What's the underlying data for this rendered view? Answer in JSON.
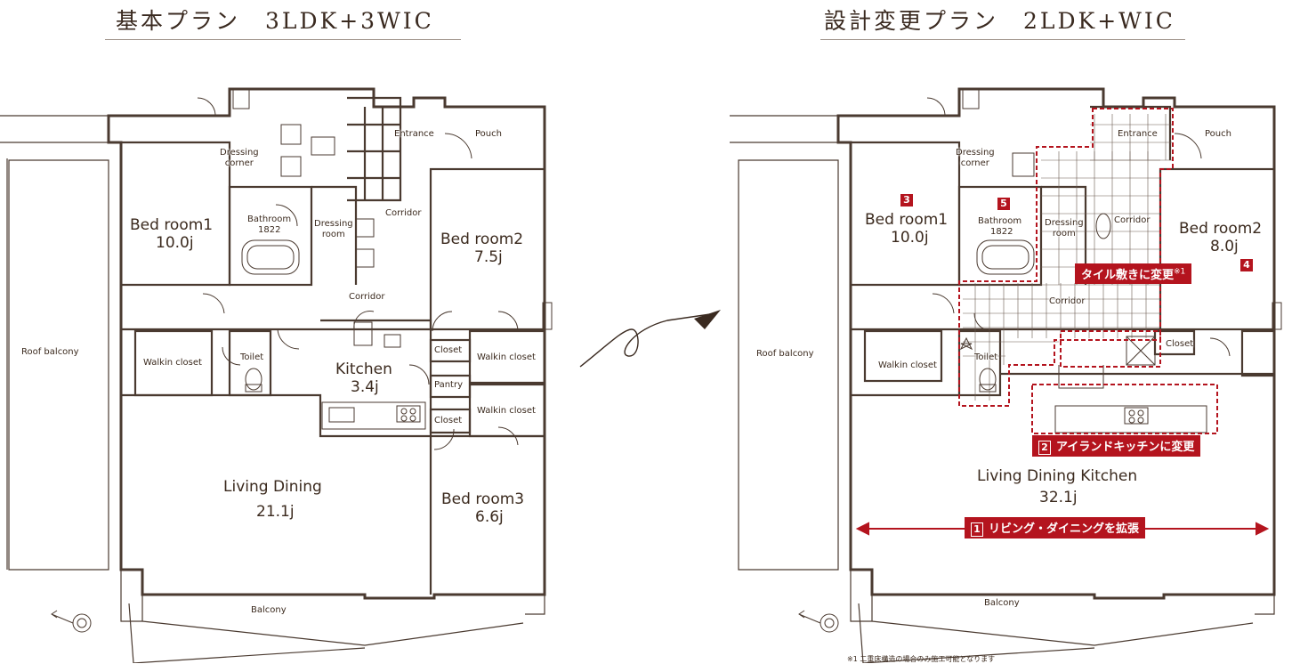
{
  "left": {
    "title": "基本プラン　3LDK+3WIC",
    "rooms": {
      "dressing_corner": "Dressing\ncorner",
      "entrance": "Entrance",
      "pouch": "Pouch",
      "bedroom1": "Bed room1",
      "bedroom1_size": "10.0j",
      "bathroom": "Bathroom",
      "bathroom_size": "1822",
      "dressing_room": "Dressing\nroom",
      "corridor_top": "Corridor",
      "bedroom2": "Bed room2",
      "bedroom2_size": "7.5j",
      "corridor": "Corridor",
      "roof_balcony": "Roof balcony",
      "walkin1": "Walkin closet",
      "toilet": "Toilet",
      "kitchen": "Kitchen",
      "kitchen_size": "3.4j",
      "closet1": "Closet",
      "walkin2": "Walkin closet",
      "pantry": "Pantry",
      "walkin3": "Walkin closet",
      "closet2": "Closet",
      "living": "Living Dining",
      "living_size": "21.1j",
      "bedroom3": "Bed room3",
      "bedroom3_size": "6.6j",
      "balcony": "Balcony"
    }
  },
  "right": {
    "title": "設計変更プラン　2LDK+WIC",
    "rooms": {
      "dressing_corner": "Dressing\ncorner",
      "entrance": "Entrance",
      "pouch": "Pouch",
      "bedroom1": "Bed room1",
      "bedroom1_size": "10.0j",
      "bathroom": "Bathroom",
      "bathroom_size": "1822",
      "dressing_room": "Dressing\nroom",
      "corridor_top": "Corridor",
      "bedroom2": "Bed room2",
      "bedroom2_size": "8.0j",
      "corridor": "Corridor",
      "roof_balcony": "Roof balcony",
      "walkin": "Walkin closet",
      "toilet": "Toilet",
      "closet": "Closet",
      "ldk": "Living Dining Kitchen",
      "ldk_size": "32.1j",
      "balcony": "Balcony"
    },
    "callouts": {
      "tile": "タイル敷きに変更",
      "tile_note": "※1",
      "island_num": "2",
      "island": "アイランドキッチンに変更",
      "living_num": "1",
      "living": "リビング・ダイニングを拡張"
    },
    "badges": {
      "b3": "3",
      "b4": "4",
      "b5": "5"
    },
    "footnote": "※1 二重床構造の場合のみ施工可能となります"
  },
  "colors": {
    "accent": "#b4141e",
    "wall": "#4a3a30",
    "text": "#3a2a20"
  }
}
